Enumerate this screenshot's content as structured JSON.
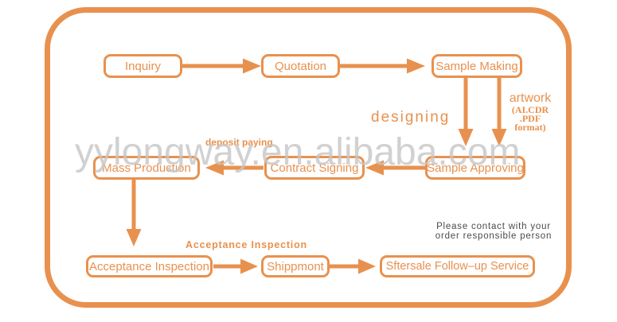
{
  "colors": {
    "accent": "#E8914E",
    "watermark": "#C6C6C6",
    "note_text": "#4A4A4A"
  },
  "watermark": {
    "text": "yylongway.en.alibaba.com"
  },
  "nodes": {
    "inquiry": "Inquiry",
    "quotation": "Quotation",
    "sample_making": "Sample Making",
    "sample_approving": "Sample Approving",
    "contract_signing": "Contract Signing",
    "mass_production": "Mass Production",
    "acceptance_inspection": "Acceptance Inspection",
    "shipment": "Shippmont",
    "aftersale": "Sftersale Follow–up Service"
  },
  "labels": {
    "designing": "designing",
    "artwork": {
      "line1": "artwork",
      "line2": "(AI.CDR",
      "line3": ".PDF",
      "line4": "format)"
    },
    "deposit_paying": "deposit paying",
    "acceptance_inspection": "Acceptance Inspection"
  },
  "note": {
    "line1": "Please contact with your",
    "line2": "order responsible person"
  }
}
